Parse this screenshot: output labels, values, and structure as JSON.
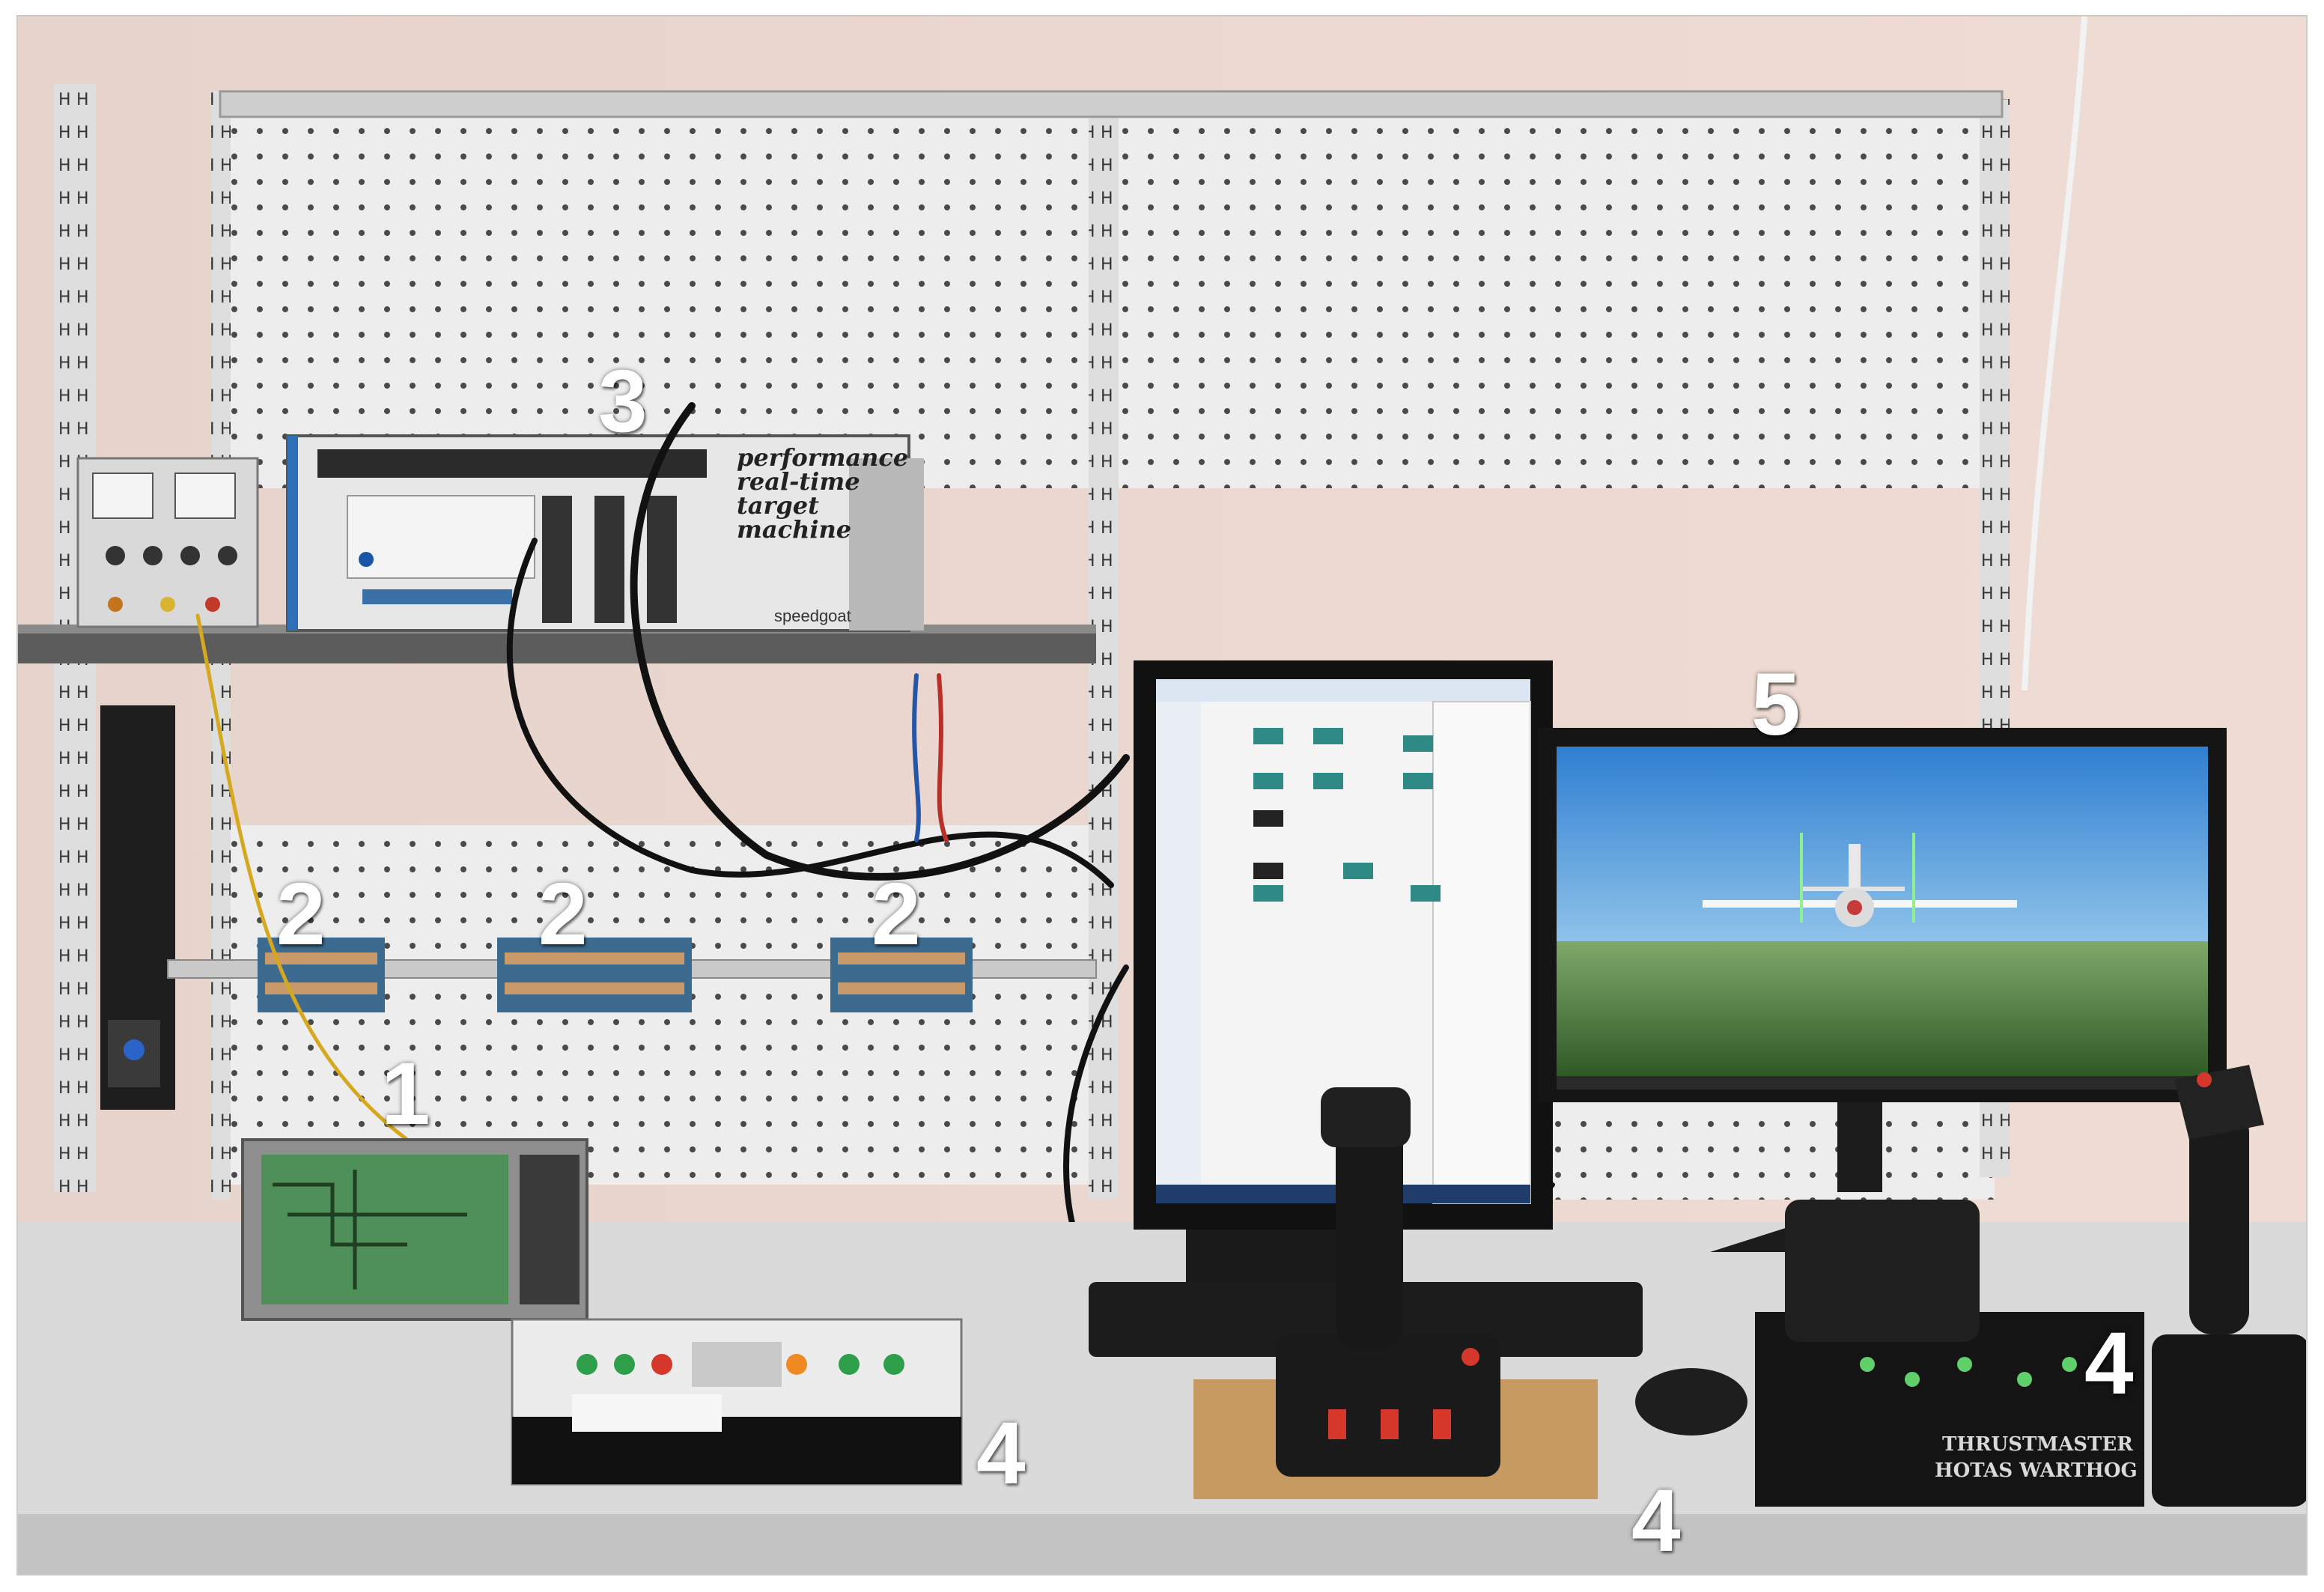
{
  "scene": {
    "labels": {
      "plant_board": "1",
      "terminal_block_1": "2",
      "terminal_block_2": "2",
      "terminal_block_3": "2",
      "target_machine": "3",
      "control_panel": "4",
      "keyboard_mouse": "4",
      "throttle": "4",
      "simulator_monitor": "5"
    },
    "target_machine_text": {
      "line1": "performance",
      "line2": "real-time",
      "line3": "target",
      "line4": "machine",
      "brand": "speedgoat"
    },
    "throttle_text": {
      "brand": "THRUSTMASTER",
      "model": "HOTAS WARTHOG"
    },
    "colors": {
      "wall": "#e8d6cf",
      "pegboard": "#ececec",
      "desk": "#dcdcdc",
      "sky": "#3f8fd8",
      "ground": "#5f8a46",
      "label": "#ffffff"
    }
  }
}
